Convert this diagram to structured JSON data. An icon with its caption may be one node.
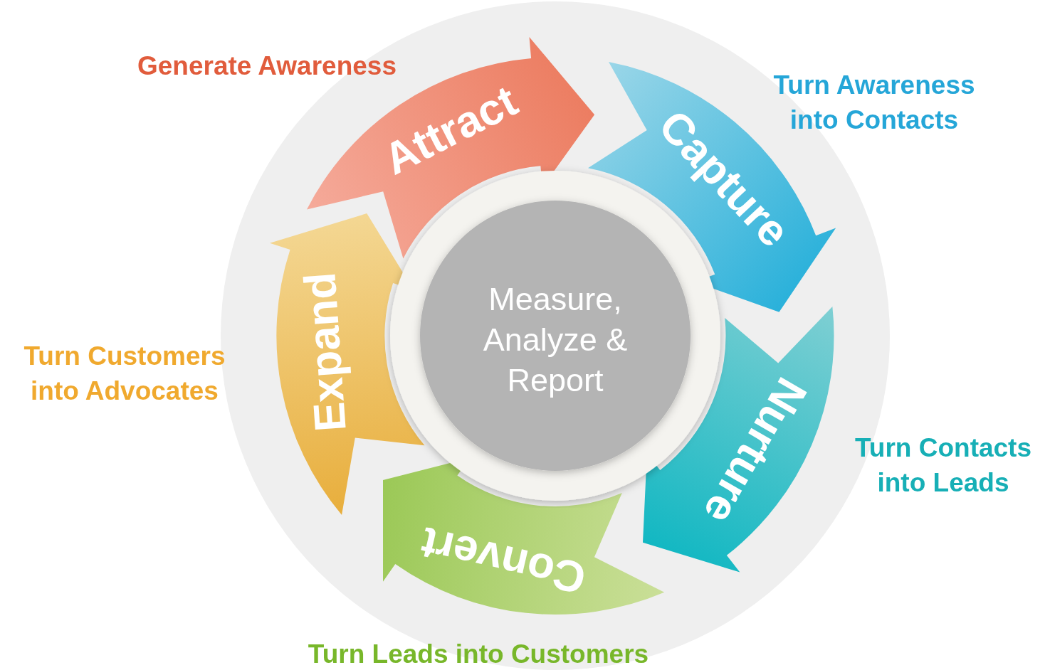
{
  "diagram": {
    "nodes": [
      {
        "text": [
          "Attract"
        ],
        "beside": [
          "Generate Awareness"
        ]
      },
      {
        "text": [
          "Capture"
        ],
        "beside": [
          "Turn Awareness into Contacts"
        ]
      },
      {
        "text": [
          "Nurture"
        ],
        "beside": [
          "Turn Contacts into Leads"
        ]
      },
      {
        "text": [
          "Convert"
        ],
        "beside": [
          "Turn Leads into Customers"
        ]
      },
      {
        "text": [
          "Expand"
        ],
        "beside": [
          "Turn Customers into Advocates"
        ]
      },
      {
        "text": [
          "Measure, Analyze & Report"
        ]
      }
    ]
  }
}
